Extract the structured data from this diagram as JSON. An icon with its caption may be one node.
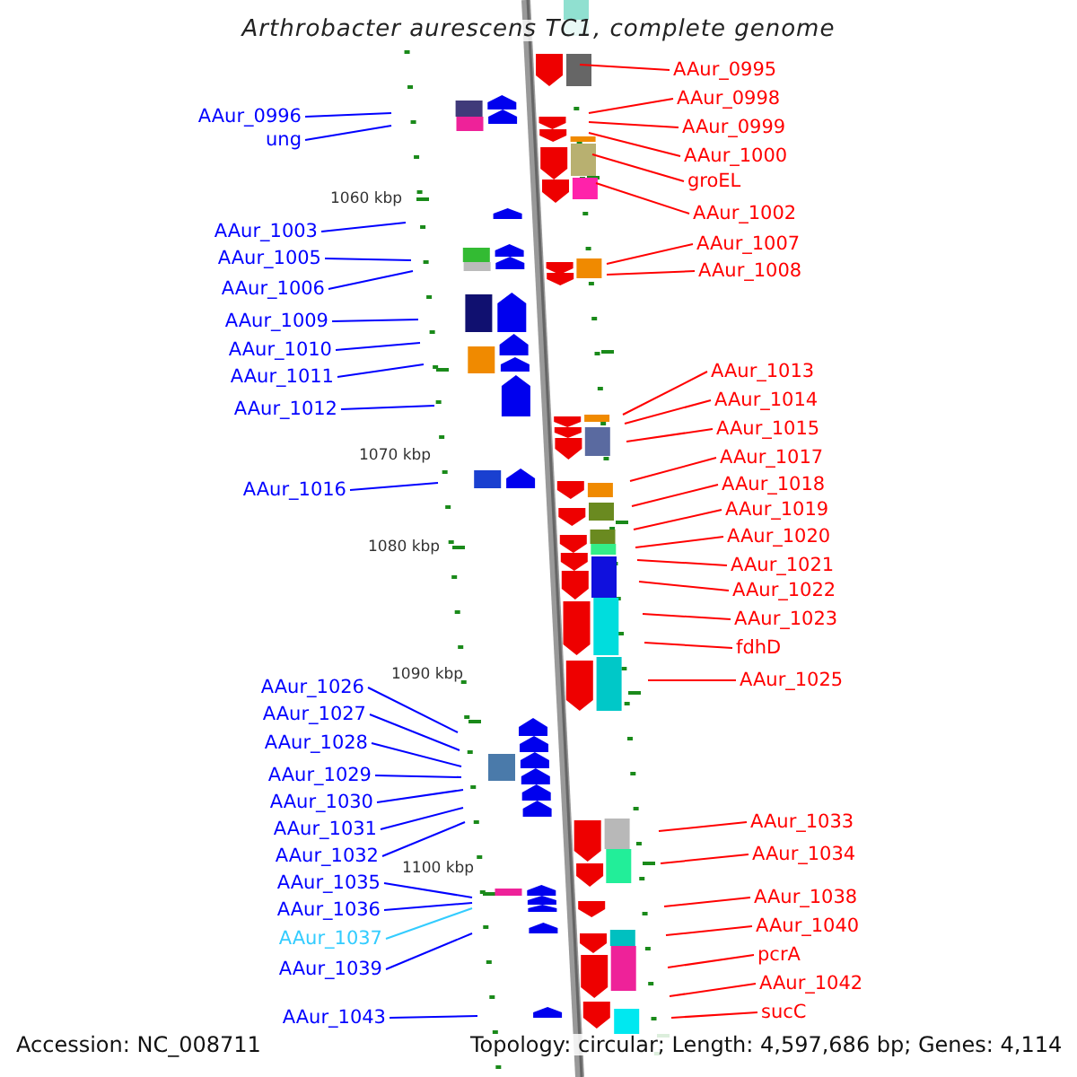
{
  "diagram": {
    "title": "Arthrobacter aurescens TC1, complete genome",
    "nodes": [
      {
        "text": [
          "AAur_0996"
        ]
      },
      {
        "text": [
          "ung"
        ]
      },
      {
        "text": [
          "AAur_1003"
        ]
      },
      {
        "text": [
          "AAur_1005"
        ]
      },
      {
        "text": [
          "AAur_1006"
        ]
      },
      {
        "text": [
          "AAur_1009"
        ]
      },
      {
        "text": [
          "AAur_1010"
        ]
      },
      {
        "text": [
          "AAur_1011"
        ]
      },
      {
        "text": [
          "AAur_1012"
        ]
      },
      {
        "text": [
          "AAur_1016"
        ]
      },
      {
        "text": [
          "AAur_1026"
        ]
      },
      {
        "text": [
          "AAur_1027"
        ]
      },
      {
        "text": [
          "AAur_1028"
        ]
      },
      {
        "text": [
          "AAur_1029"
        ]
      },
      {
        "text": [
          "AAur_1030"
        ]
      },
      {
        "text": [
          "AAur_1031"
        ]
      },
      {
        "text": [
          "AAur_1032"
        ]
      },
      {
        "text": [
          "AAur_1035"
        ]
      },
      {
        "text": [
          "AAur_1036"
        ]
      },
      {
        "text": [
          "AAur_1037"
        ]
      },
      {
        "text": [
          "AAur_1039"
        ]
      },
      {
        "text": [
          "AAur_1043"
        ]
      },
      {
        "text": [
          "AAur_0995"
        ]
      },
      {
        "text": [
          "AAur_0998"
        ]
      },
      {
        "text": [
          "AAur_0999"
        ]
      },
      {
        "text": [
          "AAur_1000"
        ]
      },
      {
        "text": [
          "groEL"
        ]
      },
      {
        "text": [
          "AAur_1002"
        ]
      },
      {
        "text": [
          "AAur_1007"
        ]
      },
      {
        "text": [
          "AAur_1008"
        ]
      },
      {
        "text": [
          "AAur_1013"
        ]
      },
      {
        "text": [
          "AAur_1014"
        ]
      },
      {
        "text": [
          "AAur_1015"
        ]
      },
      {
        "text": [
          "AAur_1017"
        ]
      },
      {
        "text": [
          "AAur_1018"
        ]
      },
      {
        "text": [
          "AAur_1019"
        ]
      },
      {
        "text": [
          "AAur_1020"
        ]
      },
      {
        "text": [
          "AAur_1021"
        ]
      },
      {
        "text": [
          "AAur_1022"
        ]
      },
      {
        "text": [
          "AAur_1023"
        ]
      },
      {
        "text": [
          "fdhD"
        ]
      },
      {
        "text": [
          "AAur_1025"
        ]
      },
      {
        "text": [
          "AAur_1033"
        ]
      },
      {
        "text": [
          "AAur_1034"
        ]
      },
      {
        "text": [
          "AAur_1038"
        ]
      },
      {
        "text": [
          "AAur_1040"
        ]
      },
      {
        "text": [
          "pcrA"
        ]
      },
      {
        "text": [
          "AAur_1042"
        ]
      },
      {
        "text": [
          "sucC"
        ]
      }
    ],
    "edges": [
      {
        "from": 0,
        "to": null,
        "arrow": "none",
        "color": "#0000ff"
      },
      {
        "from": 1,
        "to": null,
        "arrow": "none",
        "color": "#0000ff"
      },
      {
        "from": 2,
        "to": null,
        "arrow": "none",
        "color": "#0000ff"
      },
      {
        "from": 3,
        "to": null,
        "arrow": "none",
        "color": "#0000ff"
      },
      {
        "from": 4,
        "to": null,
        "arrow": "none",
        "color": "#0000ff"
      },
      {
        "from": 5,
        "to": null,
        "arrow": "none",
        "color": "#0000ff"
      },
      {
        "from": 6,
        "to": null,
        "arrow": "none",
        "color": "#0000ff"
      },
      {
        "from": 7,
        "to": null,
        "arrow": "none",
        "color": "#0000ff"
      },
      {
        "from": 8,
        "to": null,
        "arrow": "none",
        "color": "#0000ff"
      },
      {
        "from": 9,
        "to": null,
        "arrow": "none",
        "color": "#0000ff"
      },
      {
        "from": 10,
        "to": null,
        "arrow": "none",
        "color": "#0000ff"
      },
      {
        "from": 11,
        "to": null,
        "arrow": "none",
        "color": "#0000ff"
      },
      {
        "from": 12,
        "to": null,
        "arrow": "none",
        "color": "#0000ff"
      },
      {
        "from": 13,
        "to": null,
        "arrow": "none",
        "color": "#0000ff"
      },
      {
        "from": 14,
        "to": null,
        "arrow": "none",
        "color": "#0000ff"
      },
      {
        "from": 15,
        "to": null,
        "arrow": "none",
        "color": "#0000ff"
      },
      {
        "from": 16,
        "to": null,
        "arrow": "none",
        "color": "#0000ff"
      },
      {
        "from": 17,
        "to": null,
        "arrow": "none",
        "color": "#0000ff"
      },
      {
        "from": 18,
        "to": null,
        "arrow": "none",
        "color": "#0000ff"
      },
      {
        "from": 19,
        "to": null,
        "arrow": "none",
        "color": "#33ccff"
      },
      {
        "from": 20,
        "to": null,
        "arrow": "none",
        "color": "#0000ff"
      },
      {
        "from": 21,
        "to": null,
        "arrow": "none",
        "color": "#0000ff"
      },
      {
        "from": 22,
        "to": null,
        "arrow": "none"
      },
      {
        "from": 23,
        "to": null,
        "arrow": "none"
      },
      {
        "from": 24,
        "to": null,
        "arrow": "none"
      },
      {
        "from": 25,
        "to": null,
        "arrow": "none"
      },
      {
        "from": 26,
        "to": null,
        "arrow": "none"
      },
      {
        "from": 27,
        "to": null,
        "arrow": "none"
      },
      {
        "from": 28,
        "to": null,
        "arrow": "none"
      },
      {
        "from": 29,
        "to": null,
        "arrow": "none"
      },
      {
        "from": 30,
        "to": null,
        "arrow": "none"
      },
      {
        "from": 31,
        "to": null,
        "arrow": "none"
      },
      {
        "from": 32,
        "to": null,
        "arrow": "none"
      },
      {
        "from": 33,
        "to": null,
        "arrow": "none"
      },
      {
        "from": 34,
        "to": null,
        "arrow": "none"
      },
      {
        "from": 35,
        "to": null,
        "arrow": "none"
      },
      {
        "from": 36,
        "to": null,
        "arrow": "none"
      },
      {
        "from": 37,
        "to": null,
        "arrow": "none"
      },
      {
        "from": 38,
        "to": null,
        "arrow": "none"
      },
      {
        "from": 39,
        "to": null,
        "arrow": "none"
      },
      {
        "from": 40,
        "to": null,
        "arrow": "none"
      },
      {
        "from": 41,
        "to": null,
        "arrow": "none"
      },
      {
        "from": 42,
        "to": null,
        "arrow": "none"
      },
      {
        "from": 43,
        "to": null,
        "arrow": "none"
      },
      {
        "from": 44,
        "to": null,
        "arrow": "none"
      },
      {
        "from": 45,
        "to": null,
        "arrow": "none"
      },
      {
        "from": 46,
        "to": null,
        "arrow": "none"
      },
      {
        "from": 47,
        "to": null,
        "arrow": "none"
      },
      {
        "from": 48,
        "to": null,
        "arrow": "none"
      }
    ],
    "labels": [
      "1060 kbp",
      "1070 kbp",
      "1080 kbp",
      "1090 kbp",
      "1100 kbp",
      "Accession: NC_008711",
      "Topology: circular; Length: 4,597,686 bp; Genes: 4,114"
    ]
  }
}
